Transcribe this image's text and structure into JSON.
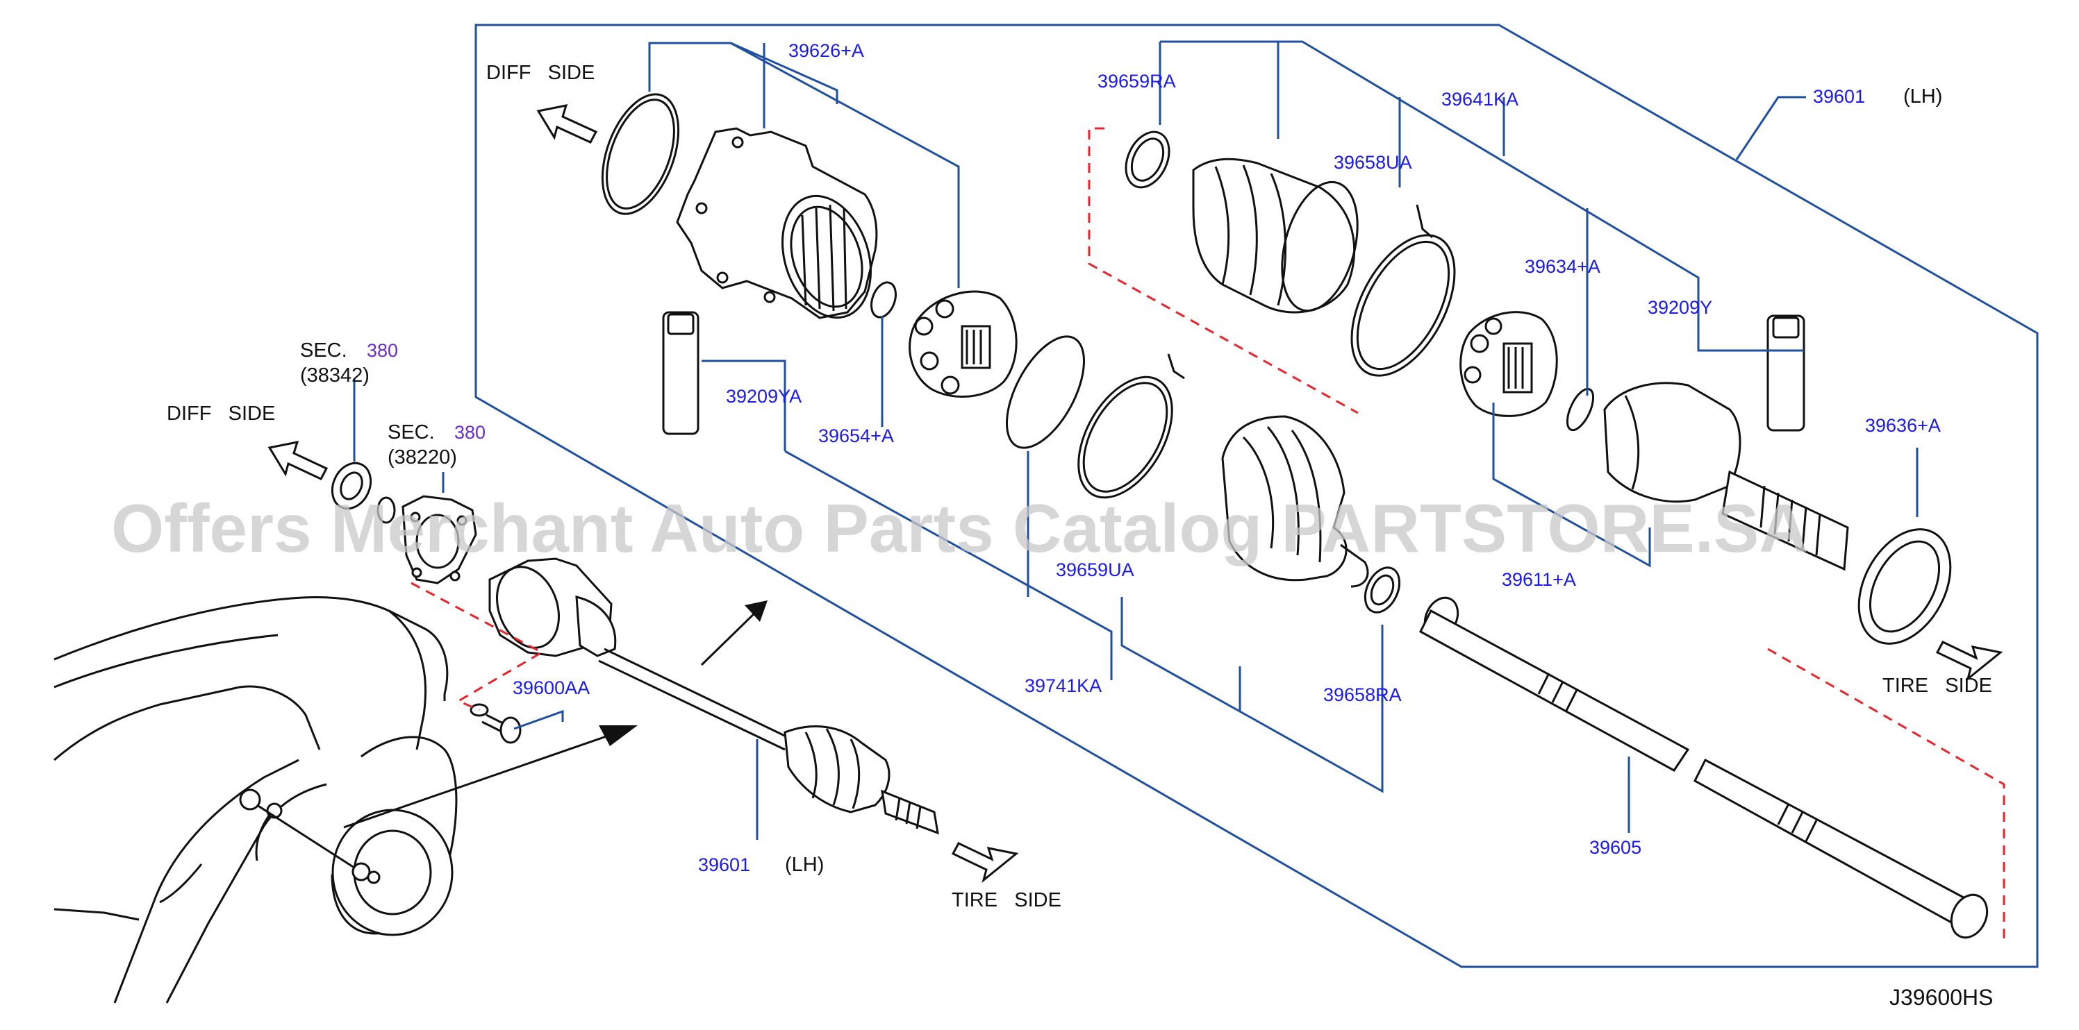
{
  "diagram_code": "J39600HS",
  "watermark": "Offers Merchant Auto Parts Catalog PARTSTORE.SA",
  "direction_labels": {
    "diff_side": "DIFF   SIDE",
    "tire_side": "TIRE   SIDE"
  },
  "section_refs": [
    {
      "prefix": "SEC.",
      "number": "380",
      "sub": "(38342)"
    },
    {
      "prefix": "SEC.",
      "number": "380",
      "sub": "(38220)"
    }
  ],
  "parts": {
    "p39626A": "39626+A",
    "p39659RA": "39659RA",
    "p39641KA": "39641KA",
    "p39601_top": "39601",
    "lh": "(LH)",
    "p39658UA": "39658UA",
    "p39634A": "39634+A",
    "p39209Y": "39209Y",
    "p39209YA": "39209YA",
    "p39654A": "39654+A",
    "p39636A": "39636+A",
    "p39659UA": "39659UA",
    "p39611A": "39611+A",
    "p39741KA": "39741KA",
    "p39658RA": "39658RA",
    "p39600AA": "39600AA",
    "p39601_bottom": "39601",
    "p39605": "39605",
    "p396xx_hidden": "39658UA"
  },
  "colors": {
    "part_label": "#1a1aee",
    "section_number": "#6a2bd0",
    "leader_line": "#1f4fa0",
    "phantom_line": "#e8242a"
  }
}
